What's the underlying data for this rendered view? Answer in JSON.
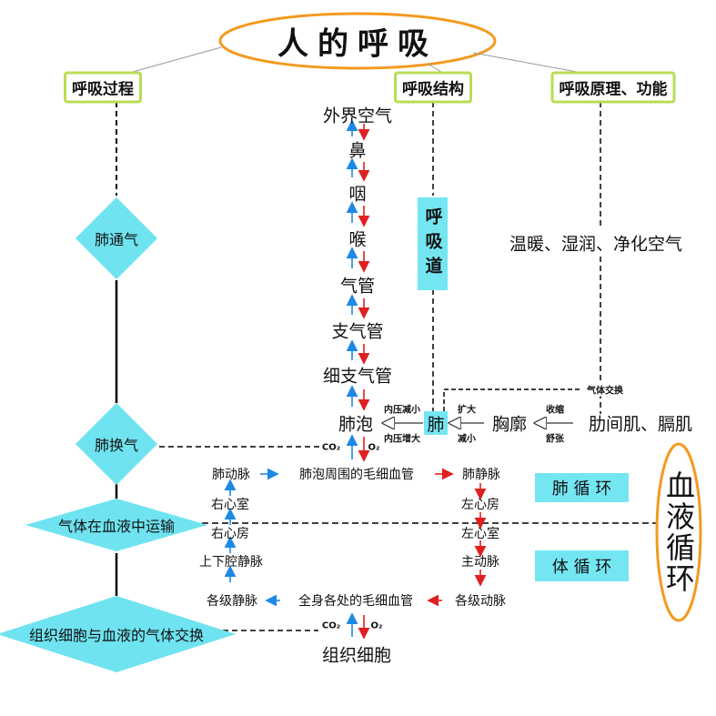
{
  "title": "人的呼吸",
  "headers": {
    "process": "呼吸过程",
    "structure": "呼吸结构",
    "principle": "呼吸原理、功能"
  },
  "process": {
    "lung_ventilation": "肺通气",
    "lung_exchange": "肺换气",
    "blood_transport": "气体在血液中运输",
    "tissue_exchange": "组织细胞与血液的气体交换"
  },
  "airway": {
    "outside_air": "外界空气",
    "nose": "鼻",
    "pharynx": "咽",
    "larynx": "喉",
    "trachea": "气管",
    "bronchi": "支气管",
    "bronchioles": "细支气管",
    "alveoli": "肺泡",
    "tract_label": "呼吸道"
  },
  "function_text": "温暖、湿润、净化空气",
  "mechanics": {
    "lung": "肺",
    "chest": "胸廓",
    "muscles": "肋间肌、膈肌",
    "gas_exchange": "气体交换",
    "pressure_down": "内压减小",
    "pressure_up": "内压增大",
    "expand": "扩大",
    "shrink": "减小",
    "contract": "收缩",
    "relax": "舒张"
  },
  "gases": {
    "co2": "CO₂",
    "o2": "O₂"
  },
  "circulation": {
    "pulmonary_artery": "肺动脉",
    "alveolar_capillaries": "肺泡周围的毛细血管",
    "pulmonary_vein": "肺静脉",
    "right_ventricle": "右心室",
    "left_atrium": "左心房",
    "right_atrium": "右心房",
    "left_ventricle": "左心室",
    "venae_cavae": "上下腔静脉",
    "aorta": "主动脉",
    "veins": "各级静脉",
    "body_capillaries": "全身各处的毛细血管",
    "arteries": "各级动脉",
    "tissue_cells": "组织细胞",
    "pulmonary_label": "肺 循 环",
    "systemic_label": "体 循 环",
    "blood_circulation": "血液循环"
  },
  "colors": {
    "blue_arrow": "#1e88e5",
    "red_arrow": "#e02020",
    "cyan": "#6fe3f0",
    "green_border": "#b9dd55",
    "orange": "#f39a1f"
  }
}
